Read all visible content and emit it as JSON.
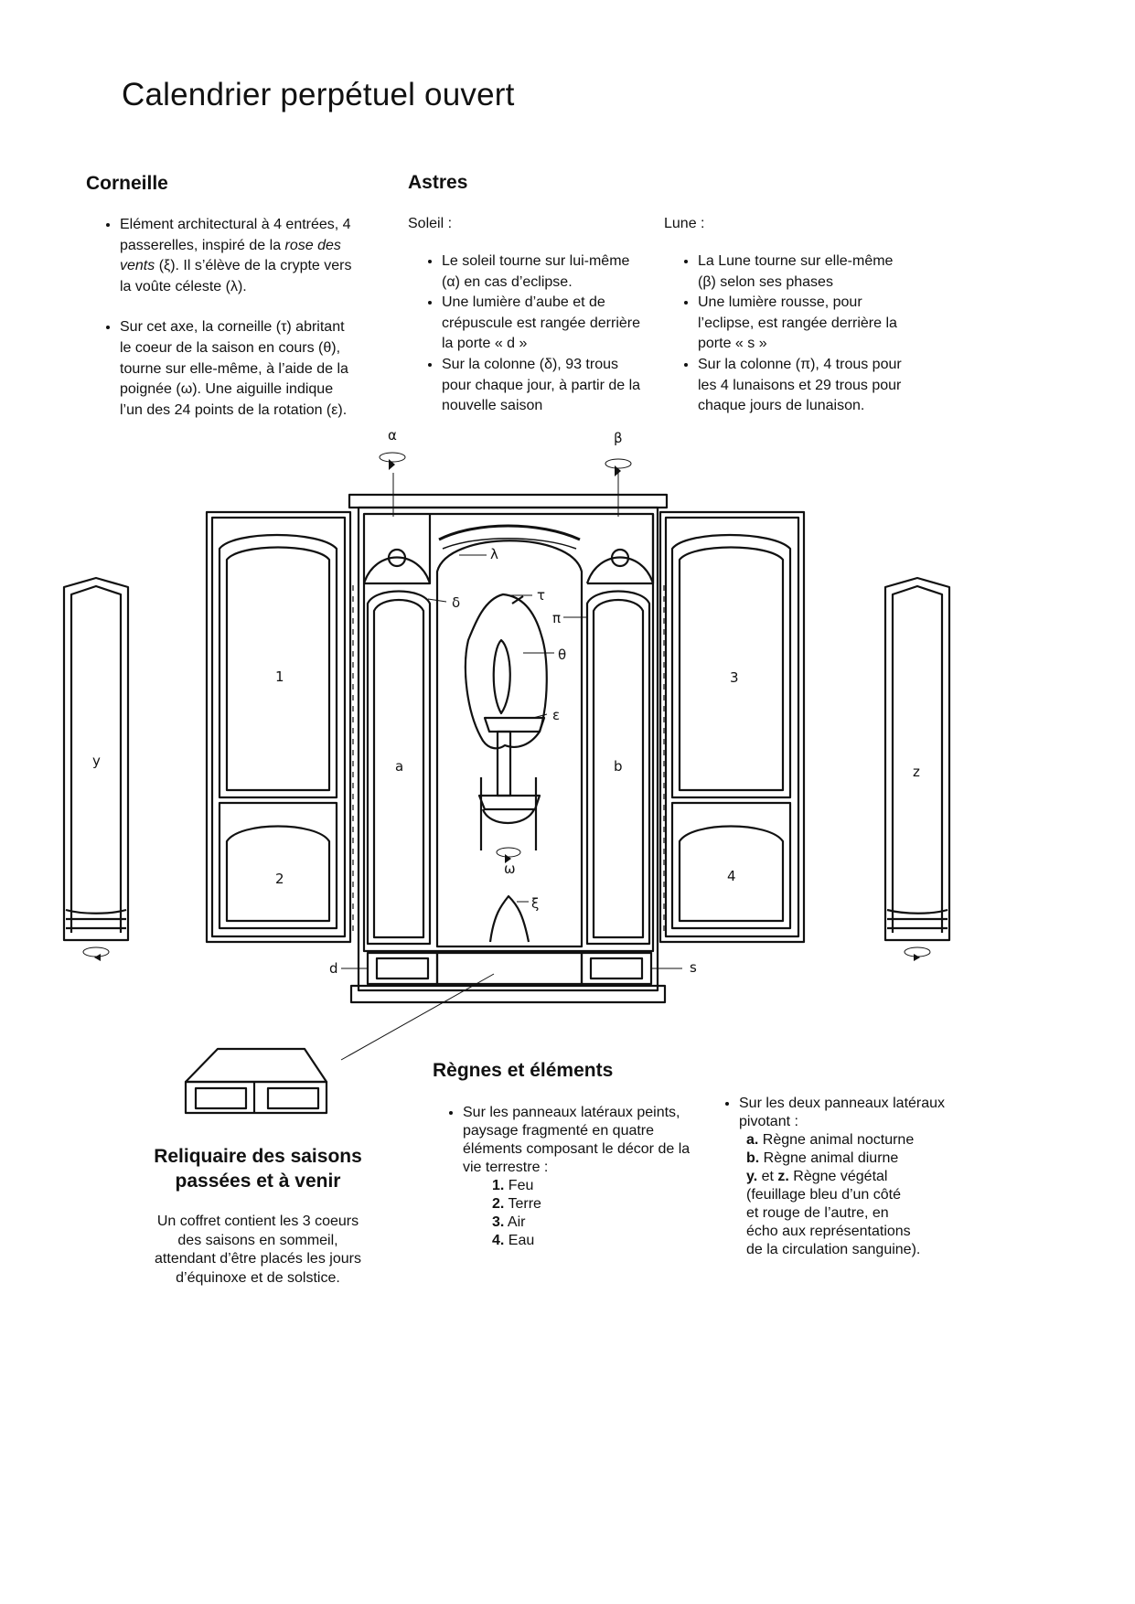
{
  "title": "Calendrier perpétuel ouvert",
  "corneille": {
    "heading": "Corneille",
    "items": [
      {
        "before": "Elément architectural à 4 entrées, 4 passerelles, inspiré de la ",
        "italic": "rose des vents",
        "after": " (ξ). Il s’élève de la crypte vers la voûte céleste (λ)."
      },
      {
        "text": "Sur cet axe, la corneille (τ) abritant le coeur de la saison en cours (θ), tourne sur elle-même, à l’aide de la poignée (ω). Une aiguille indique l’un des 24 points de la rotation (ε)."
      }
    ]
  },
  "astres": {
    "heading": "Astres",
    "soleil": {
      "label": "Soleil :",
      "items": [
        "Le soleil tourne sur lui-même (α) en cas d’eclipse.",
        "Une lumière d’aube et de crépuscule est rangée derrière la porte « d »",
        "Sur la colonne (δ), 93 trous pour chaque jour, à partir de la nouvelle saison"
      ]
    },
    "lune": {
      "label": "Lune :",
      "items": [
        "La Lune tourne sur elle-même (β) selon ses phases",
        "Une lumière rousse, pour l’eclipse, est rangée derrière la porte « s »",
        "Sur la colonne (π), 4 trous pour les 4 lunaisons et 29 trous pour chaque jours de lunaison."
      ]
    }
  },
  "diagram_labels": {
    "alpha": "α",
    "beta": "β",
    "lambda": "λ",
    "tau": "τ",
    "delta": "δ",
    "pi": "π",
    "theta": "θ",
    "epsilon": "ε",
    "omega": "ω",
    "xi": "ξ",
    "p1": "1",
    "p2": "2",
    "p3": "3",
    "p4": "4",
    "a": "a",
    "b": "b",
    "y": "y",
    "z": "z",
    "d": "d",
    "s": "s"
  },
  "reliquaire": {
    "heading_line1": "Reliquaire des saisons",
    "heading_line2": "passées et à venir",
    "lines": [
      "Un coffret contient les 3 coeurs",
      "des saisons en sommeil,",
      "attendant d’être placés les jours",
      "d’équinoxe et de solstice."
    ]
  },
  "regnes": {
    "heading": "Règnes et éléments",
    "col1": {
      "text": "Sur les panneaux latéraux peints, paysage fragmenté en quatre éléments composant le décor de la vie terrestre :",
      "elements": [
        {
          "n": "1.",
          "name": " Feu"
        },
        {
          "n": "2.",
          "name": " Terre"
        },
        {
          "n": "3.",
          "name": " Air"
        },
        {
          "n": "4.",
          "name": " Eau"
        }
      ]
    },
    "col2": {
      "intro": "Sur les deux panneaux latéraux pivotant :",
      "a_key": "a.",
      "a_text": " Règne animal nocturne",
      "b_key": "b.",
      "b_text": " Règne animal diurne",
      "yz_key1": "y.",
      "yz_mid": " et ",
      "yz_key2": "z.",
      "yz_text": " Règne végétal",
      "rest": [
        "(feuillage bleu d’un côté",
        "et rouge de l’autre, en",
        "écho aux représentations",
        "de la circulation sanguine)."
      ]
    }
  }
}
